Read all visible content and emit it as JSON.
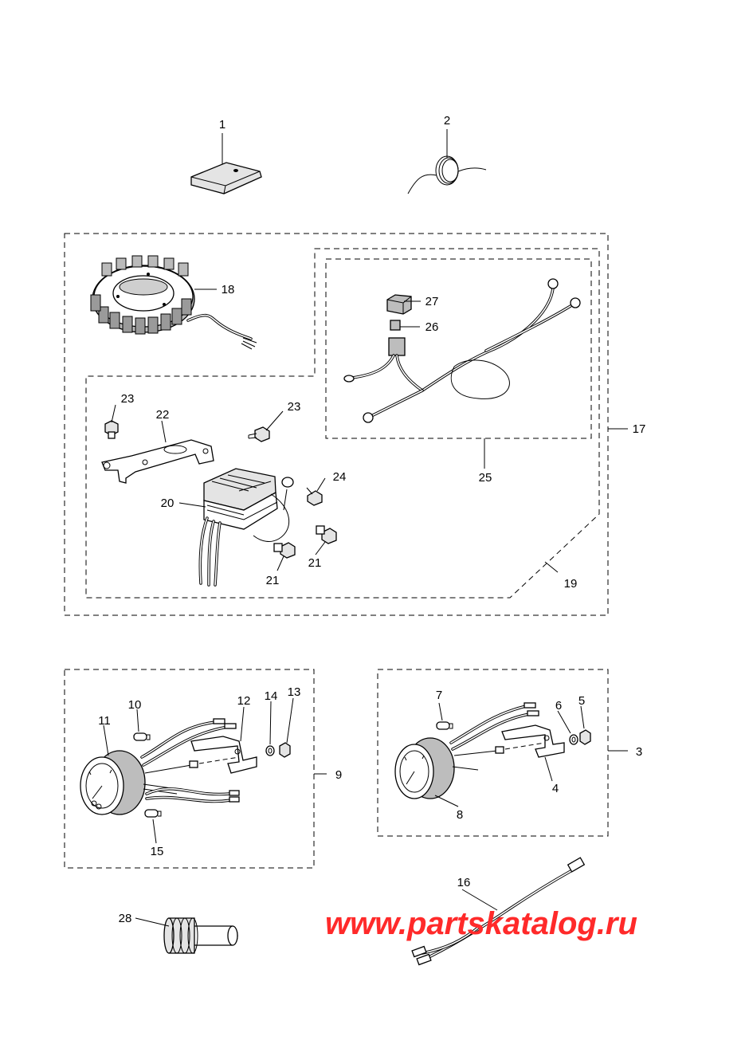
{
  "watermark": "www.partskatalog.ru",
  "callouts": {
    "c1": "1",
    "c2": "2",
    "c3": "3",
    "c4": "4",
    "c5": "5",
    "c6": "6",
    "c7": "7",
    "c8": "8",
    "c9": "9",
    "c10": "10",
    "c11": "11",
    "c12": "12",
    "c13": "13",
    "c14": "14",
    "c15": "15",
    "c16": "16",
    "c17": "17",
    "c18": "18",
    "c19": "19",
    "c20": "20",
    "c21a": "21",
    "c21b": "21",
    "c22": "22",
    "c23a": "23",
    "c23b": "23",
    "c24": "24",
    "c25": "25",
    "c26": "26",
    "c27": "27",
    "c28": "28"
  }
}
